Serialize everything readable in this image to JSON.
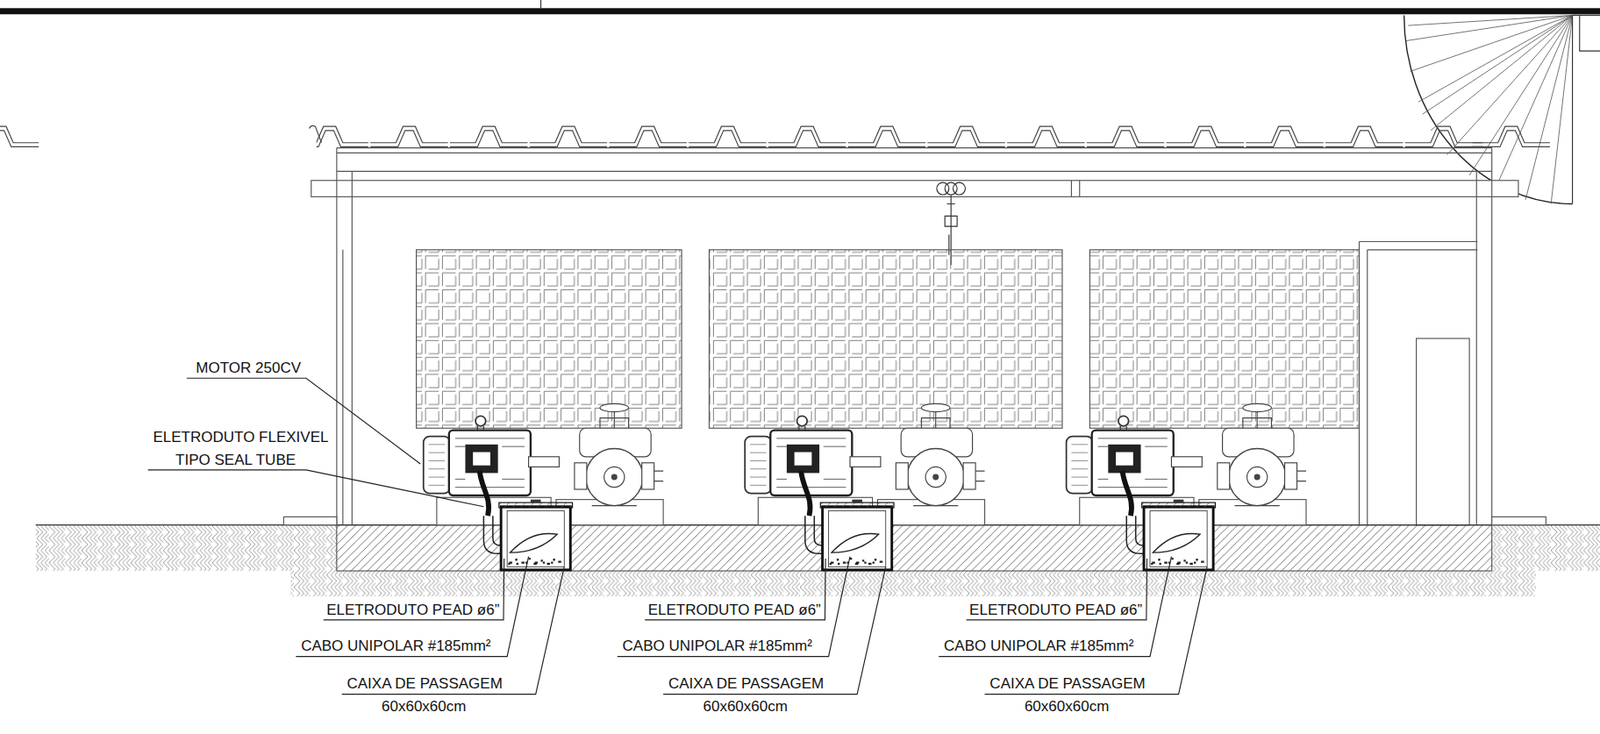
{
  "diagram": {
    "labels": [
      "MOTOR 250CV",
      "ELETRODUTO FLEXIVEL",
      "TIPO SEAL TUBE",
      "ELETRODUTO PEAD ø6”",
      "CABO UNIPOLAR #185mm²",
      "CAIXA DE PASSAGEM",
      "60x60x60cm",
      "ELETRODUTO PEAD ø6”",
      "CABO UNIPOLAR #185mm²",
      "CAIXA DE PASSAGEM",
      "60x60x60cm",
      "ELETRODUTO PEAD ø6”",
      "CABO UNIPOLAR #185mm²",
      "CAIXA DE PASSAGEM",
      "60x60x60cm"
    ]
  }
}
